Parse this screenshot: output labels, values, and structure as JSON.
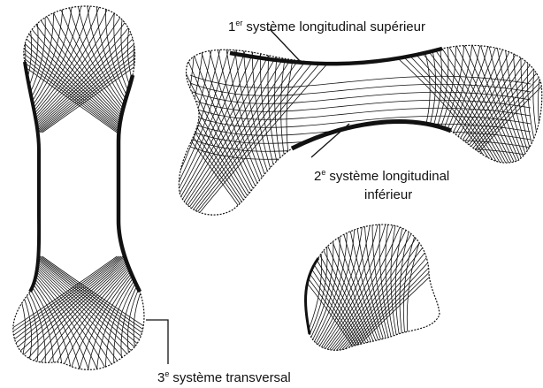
{
  "labels": {
    "label1": {
      "num": "1",
      "sup": "er",
      "text": "système longitudinal supérieur"
    },
    "label2": {
      "num": "2",
      "sup": "e",
      "line1": "système longitudinal",
      "line2": "inférieur"
    },
    "label3": {
      "num": "3",
      "sup": "e",
      "text": "système transversal"
    }
  },
  "colors": {
    "ink": "#111111",
    "background": "#ffffff"
  },
  "figures": [
    "vertical-bone",
    "horizontal-bone",
    "shell-bone"
  ]
}
